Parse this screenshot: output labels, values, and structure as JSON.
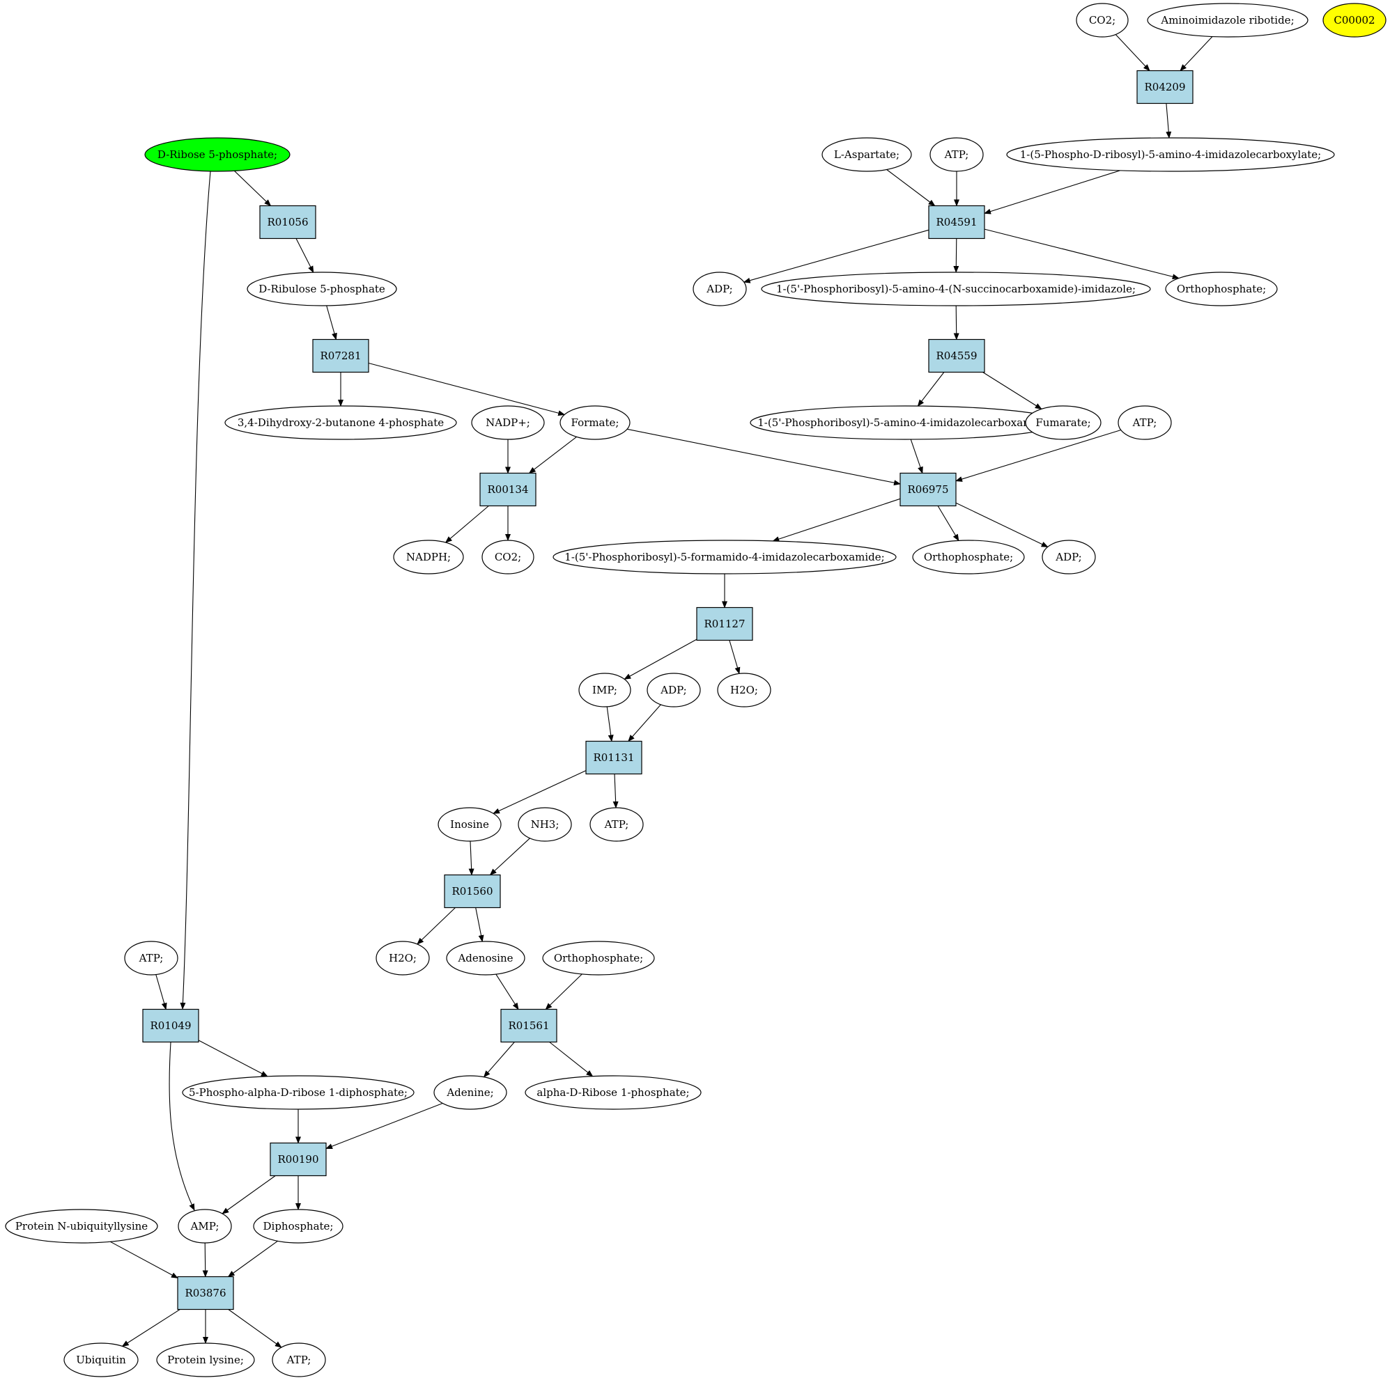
{
  "colors": {
    "reaction_fill": "#add8e6",
    "start_compound_fill": "#00ff00",
    "highlight_compound_fill": "#ffff00",
    "compound_fill": "#ffffff",
    "stroke": "#000000"
  },
  "nodes": [
    {
      "id": "c_co2_top",
      "type": "compound",
      "label": "CO2;"
    },
    {
      "id": "c_air",
      "type": "compound",
      "label": "Aminoimidazole ribotide;"
    },
    {
      "id": "c_c00002",
      "type": "compound",
      "label": "C00002",
      "style": "highlight"
    },
    {
      "id": "r_R04209",
      "type": "reaction",
      "label": "R04209"
    },
    {
      "id": "c_dr5p",
      "type": "compound",
      "label": "D-Ribose 5-phosphate;",
      "style": "start"
    },
    {
      "id": "c_asp",
      "type": "compound",
      "label": "L-Aspartate;"
    },
    {
      "id": "c_atp1",
      "type": "compound",
      "label": "ATP;"
    },
    {
      "id": "c_cair",
      "type": "compound",
      "label": "1-(5-Phospho-D-ribosyl)-5-amino-4-imidazolecarboxylate;"
    },
    {
      "id": "r_R01056",
      "type": "reaction",
      "label": "R01056"
    },
    {
      "id": "r_R04591",
      "type": "reaction",
      "label": "R04591"
    },
    {
      "id": "c_ru5p",
      "type": "compound",
      "label": "D-Ribulose 5-phosphate"
    },
    {
      "id": "c_adp1",
      "type": "compound",
      "label": "ADP;"
    },
    {
      "id": "c_saicar",
      "type": "compound",
      "label": "1-(5'-Phosphoribosyl)-5-amino-4-(N-succinocarboxamide)-imidazole;"
    },
    {
      "id": "c_pi1",
      "type": "compound",
      "label": "Orthophosphate;"
    },
    {
      "id": "r_R07281",
      "type": "reaction",
      "label": "R07281"
    },
    {
      "id": "r_R04559",
      "type": "reaction",
      "label": "R04559"
    },
    {
      "id": "c_dhbp",
      "type": "compound",
      "label": "3,4-Dihydroxy-2-butanone 4-phosphate"
    },
    {
      "id": "c_nadp",
      "type": "compound",
      "label": "NADP+;"
    },
    {
      "id": "c_formate",
      "type": "compound",
      "label": "Formate;"
    },
    {
      "id": "c_aicar",
      "type": "compound",
      "label": "1-(5'-Phosphoribosyl)-5-amino-4-imidazolecarboxamide;"
    },
    {
      "id": "c_fum",
      "type": "compound",
      "label": "Fumarate;"
    },
    {
      "id": "c_atp2",
      "type": "compound",
      "label": "ATP;"
    },
    {
      "id": "r_R00134",
      "type": "reaction",
      "label": "R00134"
    },
    {
      "id": "r_R06975",
      "type": "reaction",
      "label": "R06975"
    },
    {
      "id": "c_nadph",
      "type": "compound",
      "label": "NADPH;"
    },
    {
      "id": "c_co2_2",
      "type": "compound",
      "label": "CO2;"
    },
    {
      "id": "c_faicar",
      "type": "compound",
      "label": "1-(5'-Phosphoribosyl)-5-formamido-4-imidazolecarboxamide;"
    },
    {
      "id": "c_pi2",
      "type": "compound",
      "label": "Orthophosphate;"
    },
    {
      "id": "c_adp2",
      "type": "compound",
      "label": "ADP;"
    },
    {
      "id": "r_R01127",
      "type": "reaction",
      "label": "R01127"
    },
    {
      "id": "c_imp",
      "type": "compound",
      "label": "IMP;"
    },
    {
      "id": "c_adp3",
      "type": "compound",
      "label": "ADP;"
    },
    {
      "id": "c_h2o1",
      "type": "compound",
      "label": "H2O;"
    },
    {
      "id": "r_R01131",
      "type": "reaction",
      "label": "R01131"
    },
    {
      "id": "c_inosine",
      "type": "compound",
      "label": "Inosine"
    },
    {
      "id": "c_nh3",
      "type": "compound",
      "label": "NH3;"
    },
    {
      "id": "c_atp3",
      "type": "compound",
      "label": "ATP;"
    },
    {
      "id": "r_R01560",
      "type": "reaction",
      "label": "R01560"
    },
    {
      "id": "c_h2o2",
      "type": "compound",
      "label": "H2O;"
    },
    {
      "id": "c_adenosine",
      "type": "compound",
      "label": "Adenosine"
    },
    {
      "id": "c_pi3",
      "type": "compound",
      "label": "Orthophosphate;"
    },
    {
      "id": "c_atp4",
      "type": "compound",
      "label": "ATP;"
    },
    {
      "id": "r_R01049",
      "type": "reaction",
      "label": "R01049"
    },
    {
      "id": "r_R01561",
      "type": "reaction",
      "label": "R01561"
    },
    {
      "id": "c_prpp",
      "type": "compound",
      "label": "5-Phospho-alpha-D-ribose 1-diphosphate;"
    },
    {
      "id": "c_adenine",
      "type": "compound",
      "label": "Adenine;"
    },
    {
      "id": "c_r1p",
      "type": "compound",
      "label": "alpha-D-Ribose 1-phosphate;"
    },
    {
      "id": "r_R00190",
      "type": "reaction",
      "label": "R00190"
    },
    {
      "id": "c_pnu",
      "type": "compound",
      "label": "Protein N-ubiquityllysine"
    },
    {
      "id": "c_amp",
      "type": "compound",
      "label": "AMP;"
    },
    {
      "id": "c_ppi",
      "type": "compound",
      "label": "Diphosphate;"
    },
    {
      "id": "r_R03876",
      "type": "reaction",
      "label": "R03876"
    },
    {
      "id": "c_ubq",
      "type": "compound",
      "label": "Ubiquitin"
    },
    {
      "id": "c_plys",
      "type": "compound",
      "label": "Protein lysine;"
    },
    {
      "id": "c_atp5",
      "type": "compound",
      "label": "ATP;"
    }
  ],
  "edges": [
    [
      "c_co2_top",
      "r_R04209"
    ],
    [
      "c_air",
      "r_R04209"
    ],
    [
      "r_R04209",
      "c_cair"
    ],
    [
      "c_asp",
      "r_R04591"
    ],
    [
      "c_atp1",
      "r_R04591"
    ],
    [
      "c_cair",
      "r_R04591"
    ],
    [
      "r_R04591",
      "c_adp1"
    ],
    [
      "r_R04591",
      "c_saicar"
    ],
    [
      "r_R04591",
      "c_pi1"
    ],
    [
      "c_saicar",
      "r_R04559"
    ],
    [
      "r_R04559",
      "c_aicar"
    ],
    [
      "r_R04559",
      "c_fum"
    ],
    [
      "c_dr5p",
      "r_R01056"
    ],
    [
      "r_R01056",
      "c_ru5p"
    ],
    [
      "c_ru5p",
      "r_R07281"
    ],
    [
      "r_R07281",
      "c_dhbp"
    ],
    [
      "r_R07281",
      "c_formate"
    ],
    [
      "c_nadp",
      "r_R00134"
    ],
    [
      "c_formate",
      "r_R00134"
    ],
    [
      "r_R00134",
      "c_nadph"
    ],
    [
      "r_R00134",
      "c_co2_2"
    ],
    [
      "c_formate",
      "r_R06975"
    ],
    [
      "c_aicar",
      "r_R06975"
    ],
    [
      "c_atp2",
      "r_R06975"
    ],
    [
      "r_R06975",
      "c_faicar"
    ],
    [
      "r_R06975",
      "c_pi2"
    ],
    [
      "r_R06975",
      "c_adp2"
    ],
    [
      "c_faicar",
      "r_R01127"
    ],
    [
      "r_R01127",
      "c_imp"
    ],
    [
      "r_R01127",
      "c_h2o1"
    ],
    [
      "c_imp",
      "r_R01131"
    ],
    [
      "c_adp3",
      "r_R01131"
    ],
    [
      "r_R01131",
      "c_inosine"
    ],
    [
      "r_R01131",
      "c_atp3"
    ],
    [
      "c_inosine",
      "r_R01560"
    ],
    [
      "c_nh3",
      "r_R01560"
    ],
    [
      "r_R01560",
      "c_h2o2"
    ],
    [
      "r_R01560",
      "c_adenosine"
    ],
    [
      "c_adenosine",
      "r_R01561"
    ],
    [
      "c_pi3",
      "r_R01561"
    ],
    [
      "r_R01561",
      "c_adenine"
    ],
    [
      "r_R01561",
      "c_r1p"
    ],
    [
      "c_dr5p",
      "r_R01049"
    ],
    [
      "c_atp4",
      "r_R01049"
    ],
    [
      "r_R01049",
      "c_prpp"
    ],
    [
      "r_R01049",
      "c_amp"
    ],
    [
      "c_prpp",
      "r_R00190"
    ],
    [
      "c_adenine",
      "r_R00190"
    ],
    [
      "r_R00190",
      "c_amp"
    ],
    [
      "r_R00190",
      "c_ppi"
    ],
    [
      "c_pnu",
      "r_R03876"
    ],
    [
      "c_amp",
      "r_R03876"
    ],
    [
      "c_ppi",
      "r_R03876"
    ],
    [
      "r_R03876",
      "c_ubq"
    ],
    [
      "r_R03876",
      "c_plys"
    ],
    [
      "r_R03876",
      "c_atp5"
    ]
  ]
}
